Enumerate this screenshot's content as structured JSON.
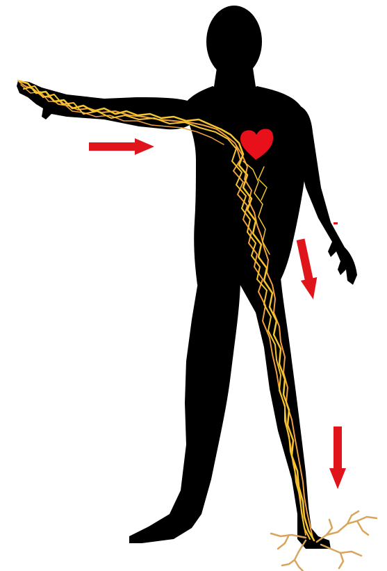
{
  "colors": {
    "background": "#ffffff",
    "silhouette": "#000000",
    "heart": "#e8101a",
    "arrow": "#e0141b",
    "current_main": "#f5c52e",
    "current_secondary": "#f0a040",
    "ground_cracks": "#d9a55a"
  },
  "icons": {
    "figure": "human-silhouette-icon",
    "heart": "heart-icon",
    "arrow": "arrow-icon"
  },
  "arrows": [
    {
      "id": "arm",
      "direction": "right"
    },
    {
      "id": "hip",
      "direction": "down"
    },
    {
      "id": "foot",
      "direction": "down"
    }
  ]
}
